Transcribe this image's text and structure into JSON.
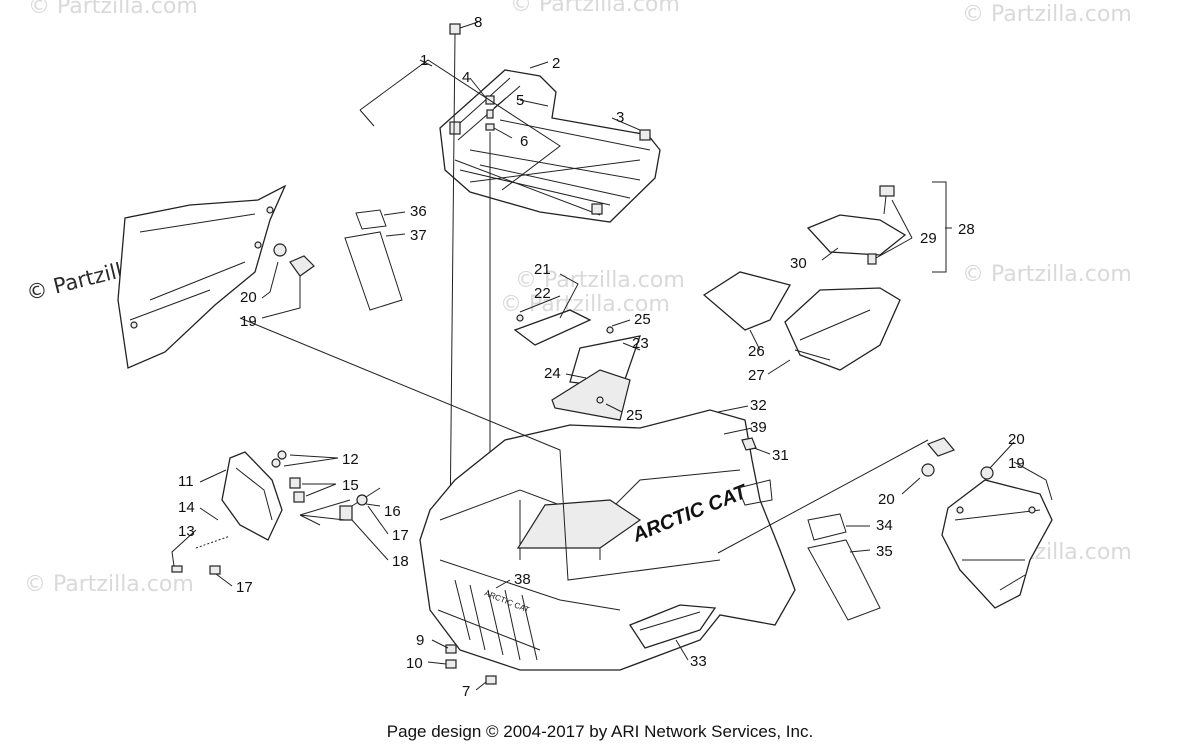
{
  "watermark": {
    "text": "© Partzilla.com",
    "instances": [
      "wm-tl",
      "wm-tm",
      "wm-tr",
      "wm-left",
      "wm-c1",
      "wm-c2",
      "wm-r1",
      "wm-ml",
      "wm-mc",
      "wm-mr"
    ]
  },
  "callouts": {
    "c1": "1",
    "c2": "2",
    "c3": "3",
    "c4": "4",
    "c5": "5",
    "c6": "6",
    "c7": "7",
    "c8": "8",
    "c9": "9",
    "c10": "10",
    "c11": "11",
    "c12": "12",
    "c13": "13",
    "c14": "14",
    "c15": "15",
    "c16": "16",
    "c17a": "17",
    "c17b": "17",
    "c18": "18",
    "c19a": "19",
    "c19b": "19",
    "c20a": "20",
    "c20b": "20",
    "c20c": "20",
    "c21": "21",
    "c22": "22",
    "c23": "23",
    "c24": "24",
    "c25a": "25",
    "c25b": "25",
    "c26": "26",
    "c27": "27",
    "c28": "28",
    "c29": "29",
    "c30": "30",
    "c31": "31",
    "c32": "32",
    "c33": "33",
    "c34": "34",
    "c35": "35",
    "c36": "36",
    "c37": "37",
    "c38": "38",
    "c39": "39"
  },
  "body_text": {
    "brand_side": "ARCTIC CAT",
    "brand_grille": "ARCTIC CAT"
  },
  "footer": "Page design © 2004-2017 by ARI Network Services, Inc."
}
